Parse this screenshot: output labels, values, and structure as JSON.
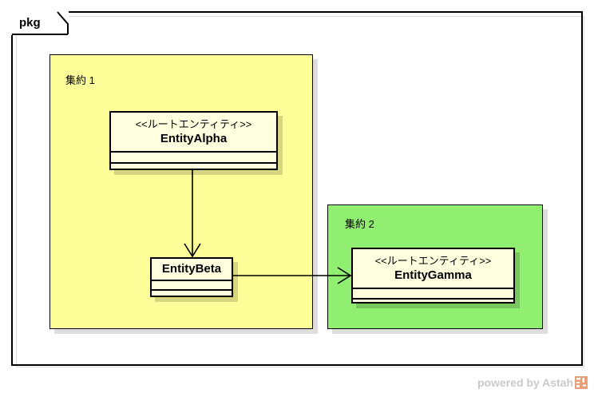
{
  "diagram": {
    "type": "UML class diagram",
    "package": {
      "label": "pkg"
    },
    "regions": [
      {
        "id": "region-1",
        "label": "集約 1",
        "color": "#ffff99",
        "border_color": "#000000"
      },
      {
        "id": "region-2",
        "label": "集約 2",
        "color": "#90ee70",
        "border_color": "#000000"
      }
    ],
    "classes": [
      {
        "id": "cls-alpha",
        "stereotype": "<<ルートエンティティ>>",
        "name": "EntityAlpha",
        "fill": "#ffffe0",
        "region": "region-1"
      },
      {
        "id": "cls-beta",
        "stereotype": "",
        "name": "EntityBeta",
        "fill": "#ffffe0",
        "region": "region-1"
      },
      {
        "id": "cls-gamma",
        "stereotype": "<<ルートエンティティ>>",
        "name": "EntityGamma",
        "fill": "#ffffe0",
        "region": "region-2"
      }
    ],
    "connectors": [
      {
        "id": "alpha-to-beta",
        "from": "EntityAlpha",
        "to": "EntityBeta",
        "style": "open-arrow",
        "direction": "vertical"
      },
      {
        "id": "beta-to-gamma",
        "from": "EntityBeta",
        "to": "EntityGamma",
        "style": "open-arrow",
        "direction": "horizontal"
      }
    ]
  },
  "watermark": {
    "text": "powered by Astah",
    "logo_color": "#e8a07a",
    "text_color": "#c9c9c9"
  }
}
